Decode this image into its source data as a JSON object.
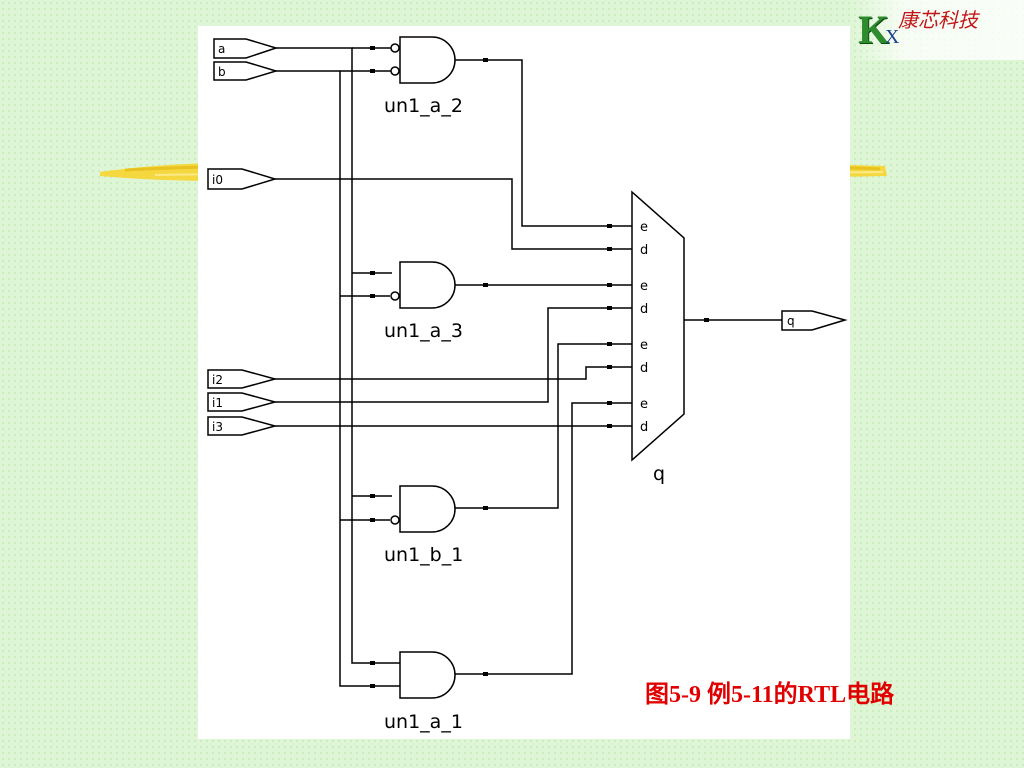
{
  "logo": {
    "letter": "K",
    "sub": "X",
    "company": "康芯科技"
  },
  "caption": "图5-9  例5-11的RTL电路",
  "inputs": [
    "a",
    "b",
    "i0",
    "i2",
    "i1",
    "i3"
  ],
  "output": "q",
  "gates": [
    "un1_a_2",
    "un1_a_3",
    "un1_b_1",
    "un1_a_1"
  ],
  "mux": {
    "label": "q",
    "pins": [
      "e",
      "d",
      "e",
      "d",
      "e",
      "d",
      "e",
      "d"
    ]
  },
  "colors": {
    "caption": "#e00000",
    "logo_k": "#2e8b2e",
    "company": "#c01818",
    "brush": "#f5d840"
  }
}
